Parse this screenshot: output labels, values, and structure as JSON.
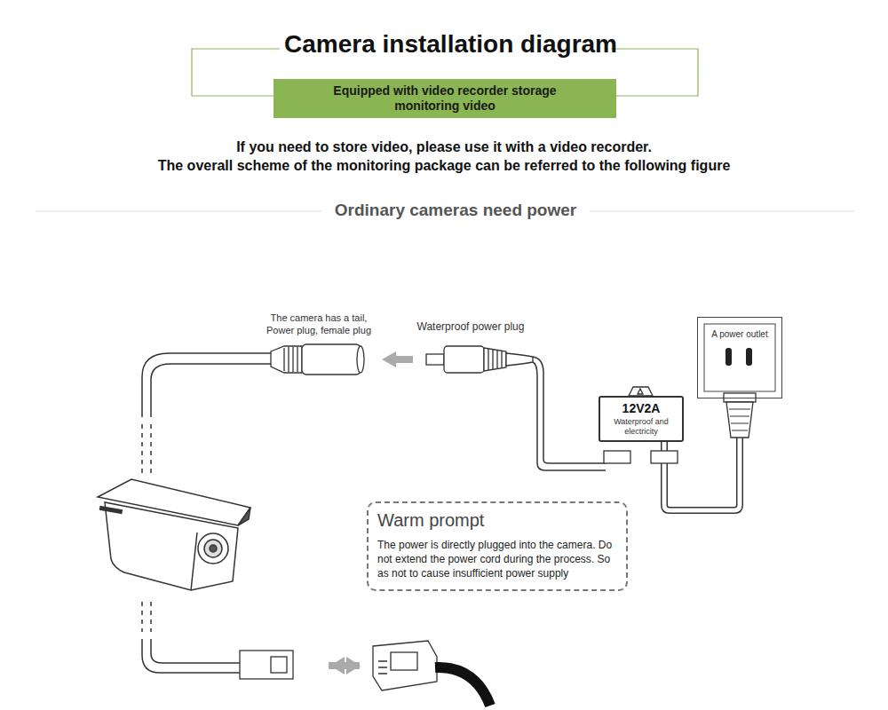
{
  "diagram": {
    "title": "Camera installation diagram",
    "nodes": [
      {
        "text": [
          "Equipped with video recorder storage monitoring video"
        ]
      },
      {
        "text": [
          "12V2A",
          "Waterproof and electricity"
        ]
      },
      {
        "text": [
          "A power outlet"
        ]
      },
      {
        "text": [
          "Warm prompt",
          "The power is directly plugged into the camera. Do not extend the power cord during the process. So as not to cause insufficient power supply"
        ]
      }
    ],
    "edges": [
      {
        "from": 1,
        "to": 2,
        "arrow": "none"
      }
    ],
    "labels": [
      "If you need to store video, please use it with a video recorder.",
      "The overall scheme of the monitoring package can be referred to the following figure",
      "Ordinary cameras need power",
      "The camera has a tail, Power plug, female plug",
      "Waterproof power plug"
    ]
  }
}
